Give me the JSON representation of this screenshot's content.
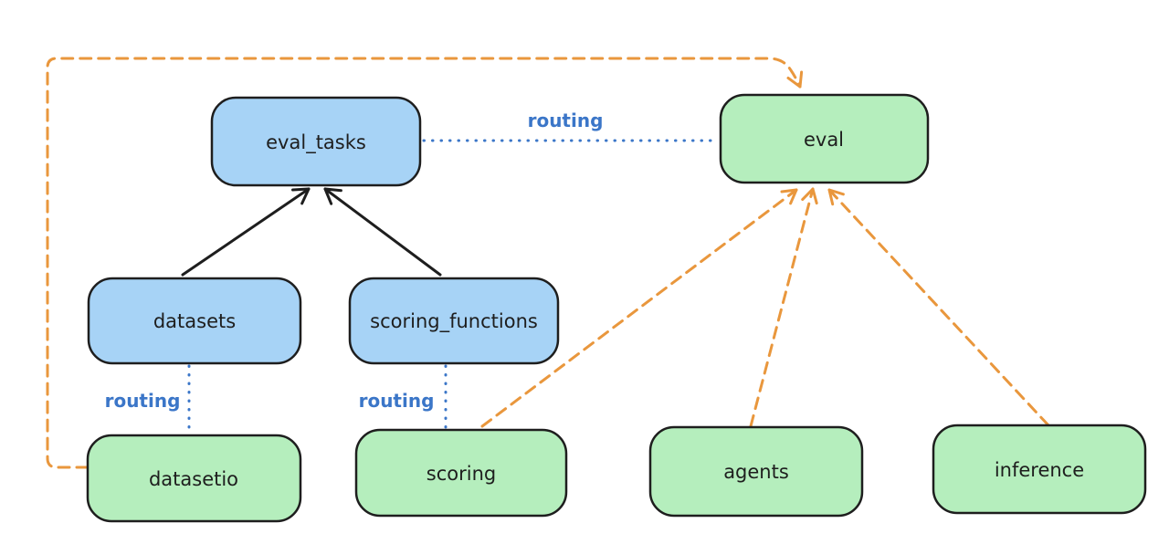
{
  "diagram": {
    "nodes": {
      "eval_tasks": {
        "label": "eval_tasks"
      },
      "eval": {
        "label": "eval"
      },
      "datasets": {
        "label": "datasets"
      },
      "scoring_functions": {
        "label": "scoring_functions"
      },
      "datasetio": {
        "label": "datasetio"
      },
      "scoring": {
        "label": "scoring"
      },
      "agents": {
        "label": "agents"
      },
      "inference": {
        "label": "inference"
      }
    },
    "edge_labels": {
      "eval_tasks_to_eval": "routing",
      "datasets_to_datasetio": "routing",
      "scoring_functions_to_scoring": "routing"
    },
    "colors": {
      "api_node_fill": "#a7d3f6",
      "provider_node_fill": "#b5eebd",
      "node_stroke": "#1e1e1e",
      "dependency_arrow": "#1e1e1e",
      "routing_line": "#3b76c8",
      "provider_arrow": "#e9973d",
      "background": "#ffffff"
    }
  }
}
